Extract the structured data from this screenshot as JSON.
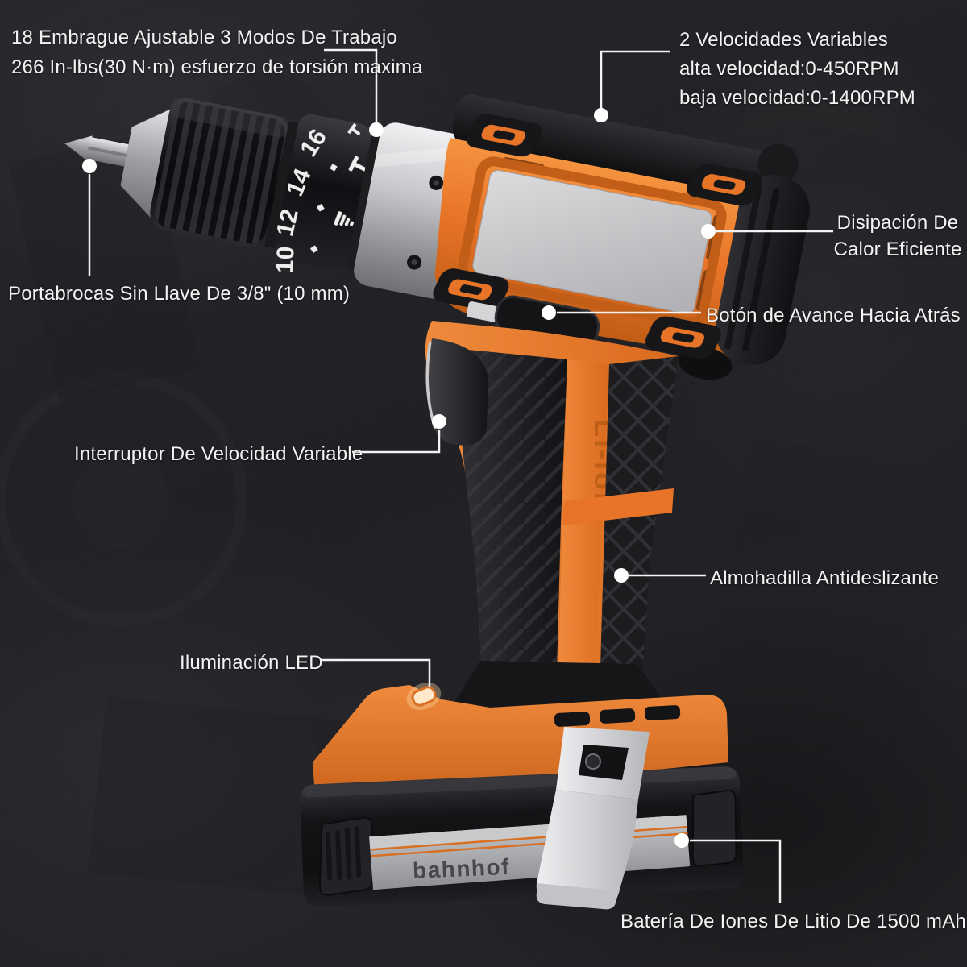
{
  "page": {
    "type": "product-infographic",
    "language": "es",
    "subject": "cordless-drill"
  },
  "product": {
    "brand": "bahnhof",
    "handle_text": "Li-ion",
    "clutch_dial_numbers": [
      "10",
      "12",
      "14",
      "16"
    ]
  },
  "callouts": {
    "clutch": {
      "line1": "18 Embrague Ajustable 3 Modos De Trabajo",
      "line2": "266 In-lbs(30 N·m) esfuerzo de torsión maxima"
    },
    "speed": {
      "line1": "2 Velocidades Variables",
      "line2": "alta velocidad:0-450RPM",
      "line3": "baja velocidad:0-1400RPM"
    },
    "heat": {
      "line1": "Disipación De",
      "line2": "Calor Eficiente"
    },
    "chuck": {
      "text": "Portabrocas Sin Llave De 3/8\" (10 mm)"
    },
    "reverse_button": {
      "text": "Botón de Avance Hacia Atrás"
    },
    "trigger": {
      "text": "Interruptor De Velocidad Variable"
    },
    "grip": {
      "text": "Almohadilla Antideslizante"
    },
    "led": {
      "text": "Iluminación LED"
    },
    "battery": {
      "text": "Batería De Iones De Litio De 1500 mAh"
    }
  },
  "icons": {
    "drill_mode": "drill-bit-mode-icon",
    "screw_mode": "screw-mode-icon",
    "hammer_mode": "hammer-mode-icon"
  },
  "colors": {
    "accent_orange": "#E87428",
    "orange_highlight": "#F28A3E",
    "orange_shadow": "#C05C14",
    "body_black": "#141416",
    "silver": "#C6C7CA",
    "background": "#232328",
    "callout_text": "#F3F3F3"
  }
}
